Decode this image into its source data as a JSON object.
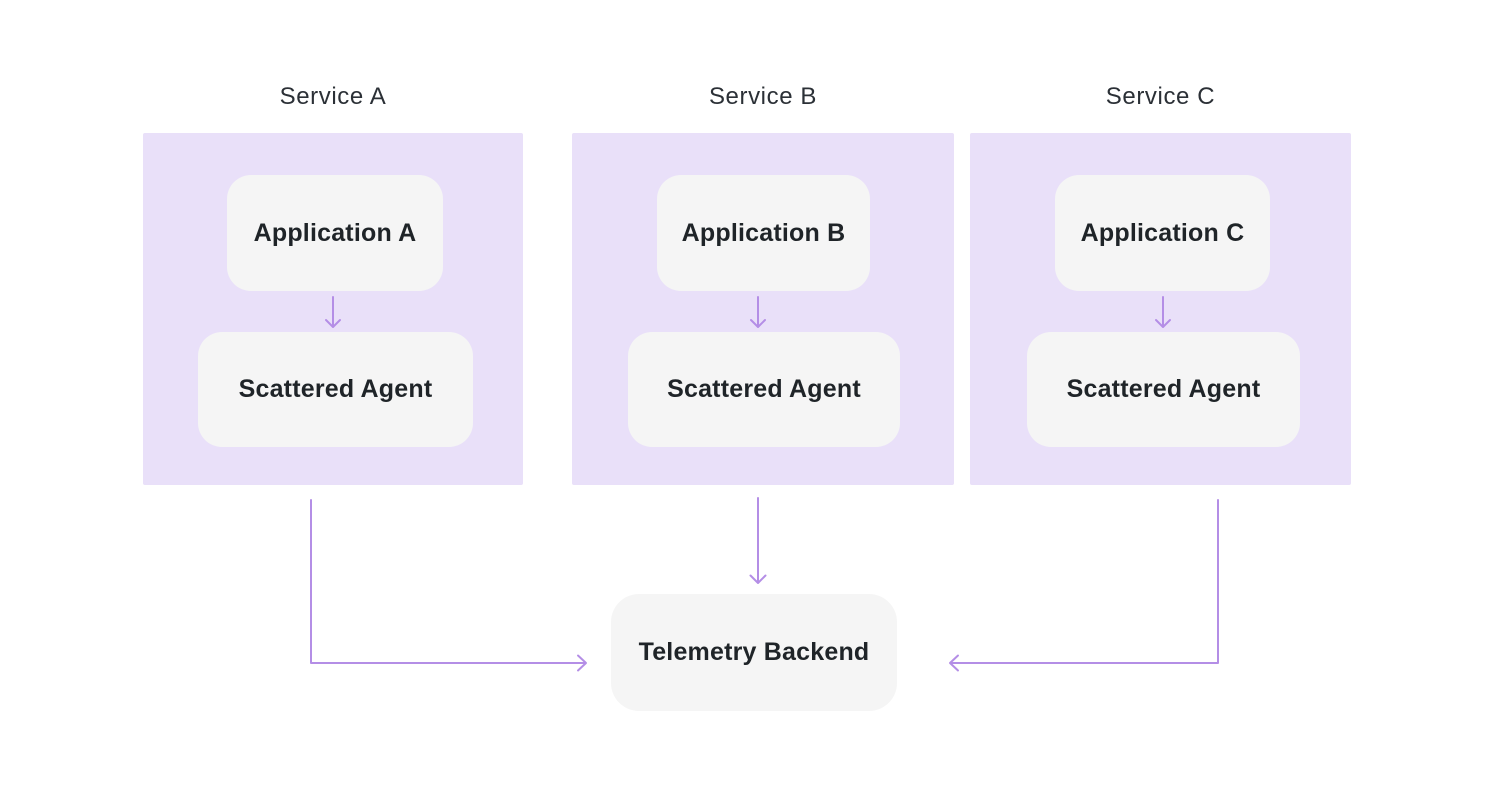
{
  "colors": {
    "page_background": "#ffffff",
    "service_container_fill": "#e9e0f9",
    "node_fill": "#f5f5f5",
    "arrow_stroke": "#b48ee6",
    "service_title_text": "#2b3036",
    "node_text": "#1f2428"
  },
  "services": [
    {
      "title": "Service A",
      "application_label": "Application A",
      "agent_label": "Scattered Agent"
    },
    {
      "title": "Service B",
      "application_label": "Application B",
      "agent_label": "Scattered Agent"
    },
    {
      "title": "Service C",
      "application_label": "Application C",
      "agent_label": "Scattered Agent"
    }
  ],
  "backend": {
    "label": "Telemetry Backend"
  },
  "arrows": [
    {
      "from": "Application A",
      "to": "Scattered Agent (A)",
      "shape": "straight-down"
    },
    {
      "from": "Application B",
      "to": "Scattered Agent (B)",
      "shape": "straight-down"
    },
    {
      "from": "Application C",
      "to": "Scattered Agent (C)",
      "shape": "straight-down"
    },
    {
      "from": "Service A",
      "to": "Telemetry Backend",
      "shape": "down-then-right"
    },
    {
      "from": "Service B",
      "to": "Telemetry Backend",
      "shape": "straight-down"
    },
    {
      "from": "Service C",
      "to": "Telemetry Backend",
      "shape": "down-then-left"
    }
  ]
}
